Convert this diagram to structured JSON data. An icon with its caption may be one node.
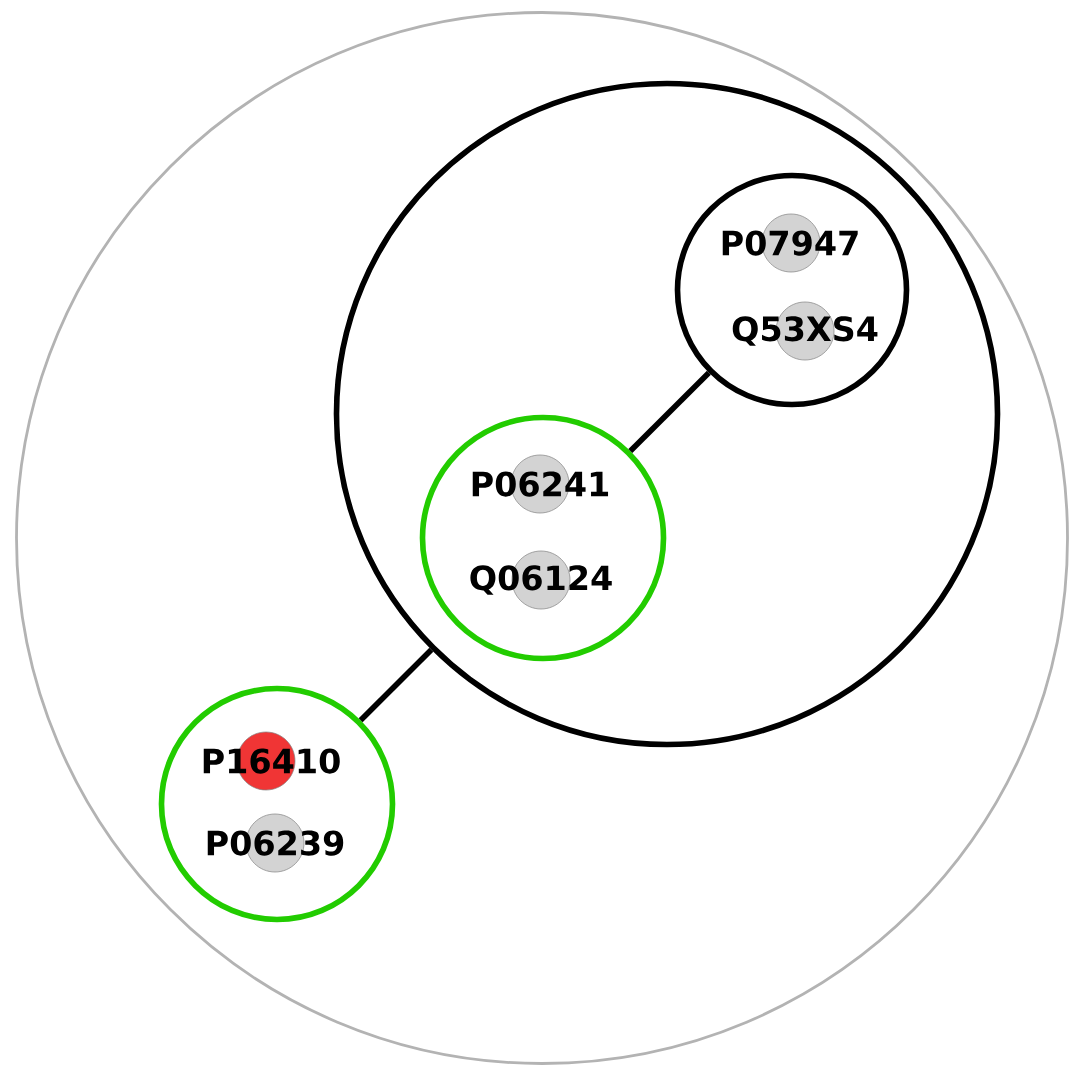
{
  "diagram": {
    "nodes": [
      {
        "text": [],
        "shape": "circle"
      },
      {
        "text": [],
        "shape": "circle",
        "in": 0
      },
      {
        "text": [],
        "shape": "circle",
        "in": 1
      },
      {
        "text": [
          "P07947"
        ],
        "in": 2
      },
      {
        "text": [
          "Q53XS4"
        ],
        "in": 2
      },
      {
        "text": [],
        "shape": "circle",
        "in": 1
      },
      {
        "text": [
          "P06241"
        ],
        "in": 5
      },
      {
        "text": [
          "Q06124"
        ],
        "in": 5
      },
      {
        "text": [],
        "shape": "circle",
        "in": 0
      },
      {
        "text": [
          "P16410"
        ],
        "in": 8
      },
      {
        "text": [
          "P06239"
        ],
        "in": 8
      }
    ],
    "edges": [
      {
        "from": 2,
        "to": 5,
        "arrow": "none"
      },
      {
        "from": 1,
        "to": 8,
        "arrow": "none"
      }
    ]
  }
}
